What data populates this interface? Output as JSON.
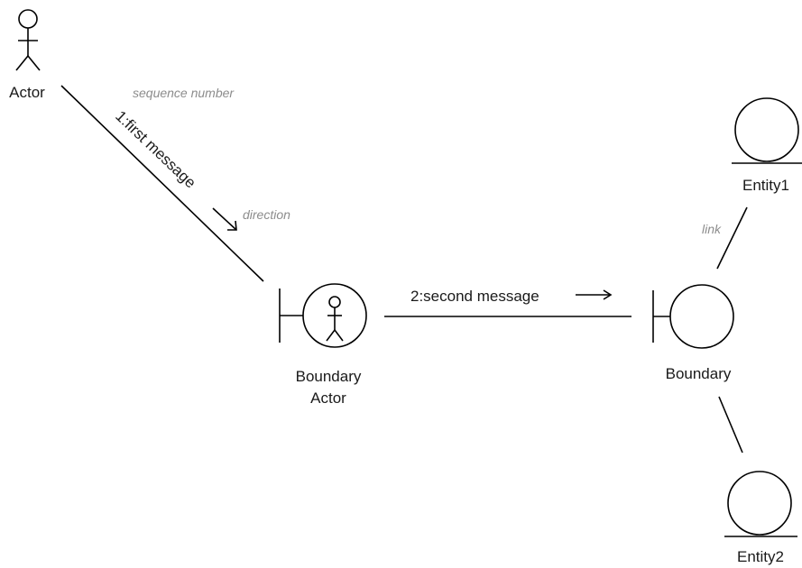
{
  "nodes": {
    "actor": {
      "label": "Actor"
    },
    "boundary_actor": {
      "label_line1": "Boundary",
      "label_line2": "Actor"
    },
    "boundary": {
      "label": "Boundary"
    },
    "entity1": {
      "label": "Entity1"
    },
    "entity2": {
      "label": "Entity2"
    }
  },
  "messages": {
    "first": {
      "label": "1:first message"
    },
    "second": {
      "label": "2:second message"
    }
  },
  "annotations": {
    "sequence_number": "sequence number",
    "direction": "direction",
    "link": "link"
  },
  "colors": {
    "line": "#000000",
    "label": "#1a1a1a",
    "annotation": "#8c8c8c"
  }
}
